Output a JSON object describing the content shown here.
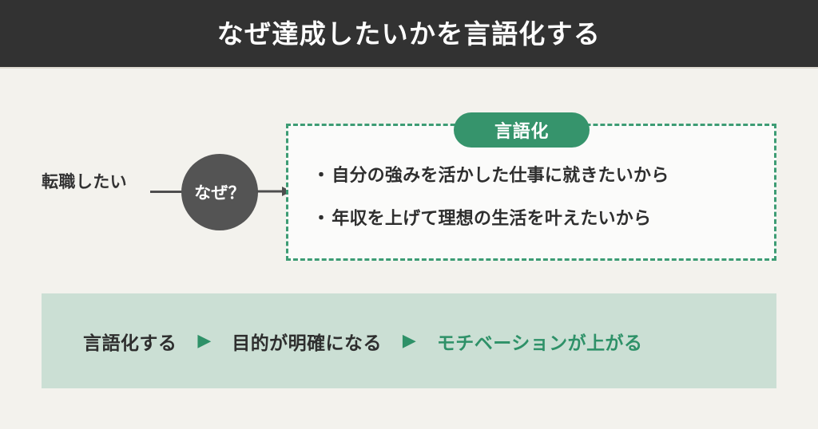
{
  "header": {
    "title": "なぜ達成したいかを言語化する",
    "background_color": "#323232",
    "text_color": "#ffffff"
  },
  "colors": {
    "page_background": "#f3f2ed",
    "accent_green": "#36946c",
    "accent_green_text": "#2e9168",
    "bar_green": "#cbdfd4",
    "circle_gray": "#545454",
    "dark_text": "#2e2e2e"
  },
  "diagram": {
    "trigger_label": "転職したい",
    "question_circle_label": "なぜ？",
    "arrow_icon": "arrow-right-icon",
    "badge_label": "言語化",
    "bullets": [
      {
        "marker": "・",
        "text": "自分の強みを活かした仕事に就きたいから"
      },
      {
        "marker": "・",
        "text": "年収を上げて理想の生活を叶えたいから"
      }
    ]
  },
  "outcome": {
    "steps": [
      {
        "label": "言語化する",
        "accent": false
      },
      {
        "label": "目的が明確になる",
        "accent": false
      },
      {
        "label": "モチベーションが上がる",
        "accent": true
      }
    ],
    "separator": "▶"
  }
}
